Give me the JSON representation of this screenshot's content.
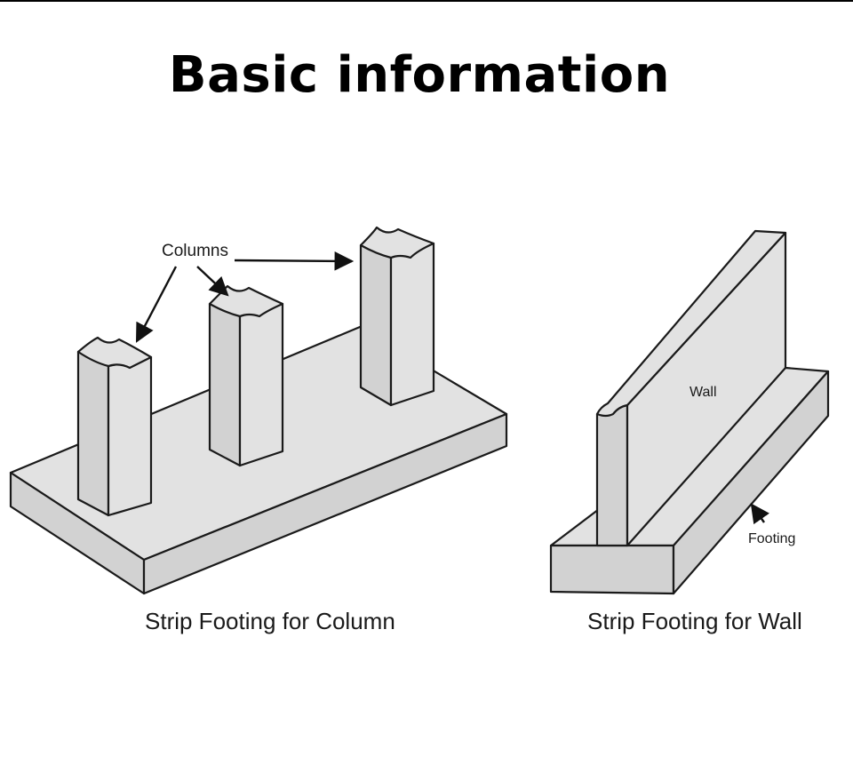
{
  "page": {
    "title": "Basic information"
  },
  "diagram": {
    "columns_label": "Columns",
    "wall_label": "Wall",
    "footing_label": "Footing",
    "left_caption": "Strip Footing for Column",
    "right_caption": "Strip Footing for Wall"
  }
}
